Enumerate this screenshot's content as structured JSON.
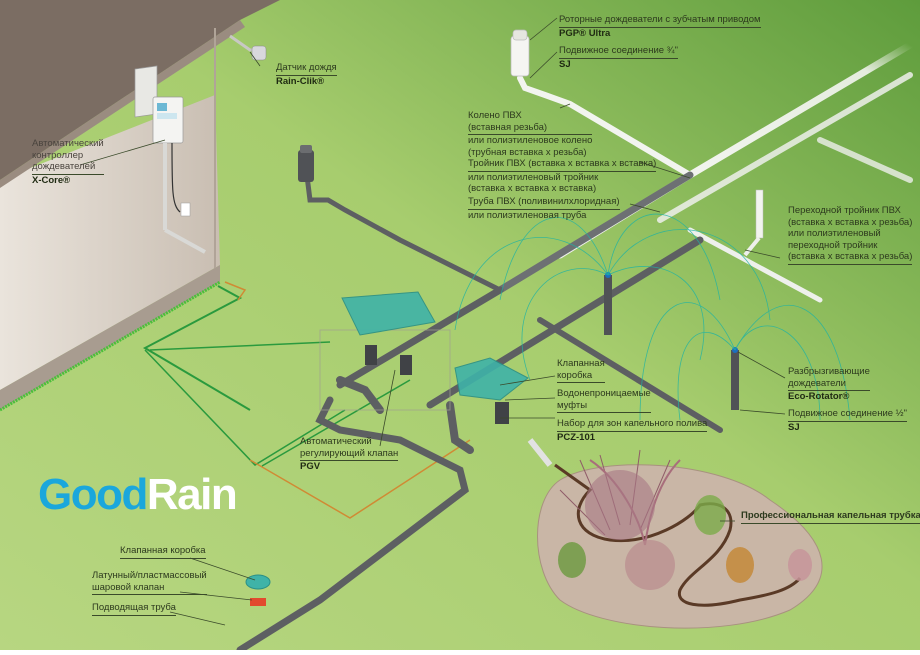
{
  "title": "Схема системы автоматического полива",
  "brand": {
    "part1": "Good",
    "part2": "Rain",
    "color1": "#1ba7dc",
    "color2": "#ffffff"
  },
  "colors": {
    "lawn_light": "#b5d57f",
    "lawn_dark": "#5c9a3a",
    "roof": "#7a6c62",
    "wall": "#d8cfc4",
    "pipe_gray": "#5d5f62",
    "pipe_white": "#eef0ec",
    "valve_box": "#3fb3a8",
    "wire_green": "#2a9a3e",
    "wire_orange": "#d08a34",
    "spray": "#1fb3a3",
    "bed": "#c9b6a6"
  },
  "labels": {
    "controller": {
      "lines": [
        "Автоматический",
        "контроллер",
        "дождевателей"
      ],
      "model": "X-Core®"
    },
    "rain_sensor": {
      "lines": [
        "Датчик дождя"
      ],
      "model": "Rain-Clik®"
    },
    "rotor": {
      "lines": [
        "Роторные дождеватели с зубчатым приводом"
      ],
      "model": "PGP® Ultra"
    },
    "swing_joint_34": {
      "lines": [
        "Подвижное соединение ¾\""
      ],
      "model": "SJ"
    },
    "elbow": {
      "lines": [
        "Колено ПВХ",
        "(вставная резьба)",
        "или полиэтиленовое колено",
        "(трубная вставка х резьба)"
      ]
    },
    "tee": {
      "lines": [
        "Тройник ПВХ (вставка х вставка х вставка)",
        "или полиэтиленовый тройник",
        "(вставка х вставка х вставка)"
      ]
    },
    "pipe": {
      "lines": [
        "Труба ПВХ (поливинилхлоридная)",
        "или полиэтиленовая труба"
      ]
    },
    "reducing_tee": {
      "lines": [
        "Переходной тройник ПВХ",
        "(вставка х вставка х резьба)",
        "или полиэтиленовый",
        "переходной тройник",
        "(вставка х вставка х резьба)"
      ]
    },
    "valve_box": {
      "lines": [
        "Клапанная",
        "коробка"
      ]
    },
    "waterproof_connectors": {
      "lines": [
        "Водонепроницаемые",
        "муфты"
      ]
    },
    "drip_kit": {
      "lines": [
        "Набор для зон капельного полива"
      ],
      "model": "PCZ-101"
    },
    "spray_heads": {
      "lines": [
        "Разбрызгивающие",
        "дождеватели"
      ],
      "model": "Eco-Rotator®"
    },
    "swing_joint_12": {
      "lines": [
        "Подвижное соединение ½\""
      ],
      "model": "SJ"
    },
    "valve": {
      "lines": [
        "Автоматический",
        "регулирующий клапан"
      ],
      "model": "PGV"
    },
    "dripline": {
      "lines": [
        "Профессиональная капельная трубка"
      ]
    },
    "valve_box_main": {
      "lines": [
        "Клапанная коробка"
      ]
    },
    "ball_valve": {
      "lines": [
        "Латунный/пластмассовый",
        "шаровой клапан"
      ]
    },
    "supply_pipe": {
      "lines": [
        "Подводящая труба"
      ]
    }
  }
}
